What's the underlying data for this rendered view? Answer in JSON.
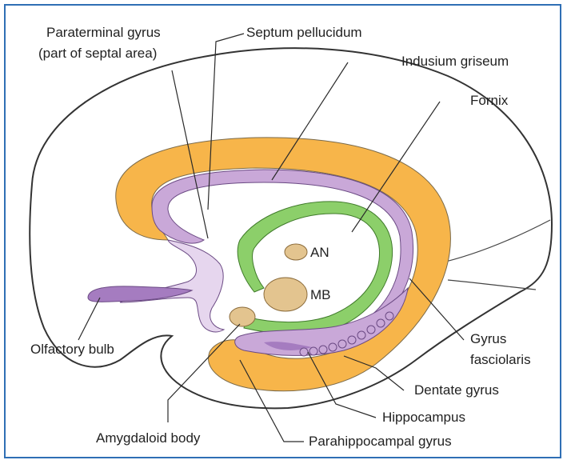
{
  "labels": {
    "paraterminal_gyrus_line1": "Paraterminal gyrus",
    "paraterminal_gyrus_line2": "(part of septal area)",
    "septum_pellucidum": "Septum pellucidum",
    "indusium_griseum": "Indusium griseum",
    "fornix": "Fornix",
    "an": "AN",
    "mb": "MB",
    "olfactory_bulb": "Olfactory bulb",
    "gyrus_fasciolaris_line1": "Gyrus",
    "gyrus_fasciolaris_line2": "fasciolaris",
    "dentate_gyrus": "Dentate gyrus",
    "hippocampus": "Hippocampus",
    "amygdaloid_body": "Amygdaloid body",
    "parahippocampal_gyrus": "Parahippocampal gyrus"
  },
  "colors": {
    "orange": "#f7b54a",
    "purple": "#c9a8d8",
    "purple_dark": "#a57cc0",
    "green": "#8ccf6a",
    "nucleus": "#e3c48f",
    "frame": "#2f6fb5"
  }
}
